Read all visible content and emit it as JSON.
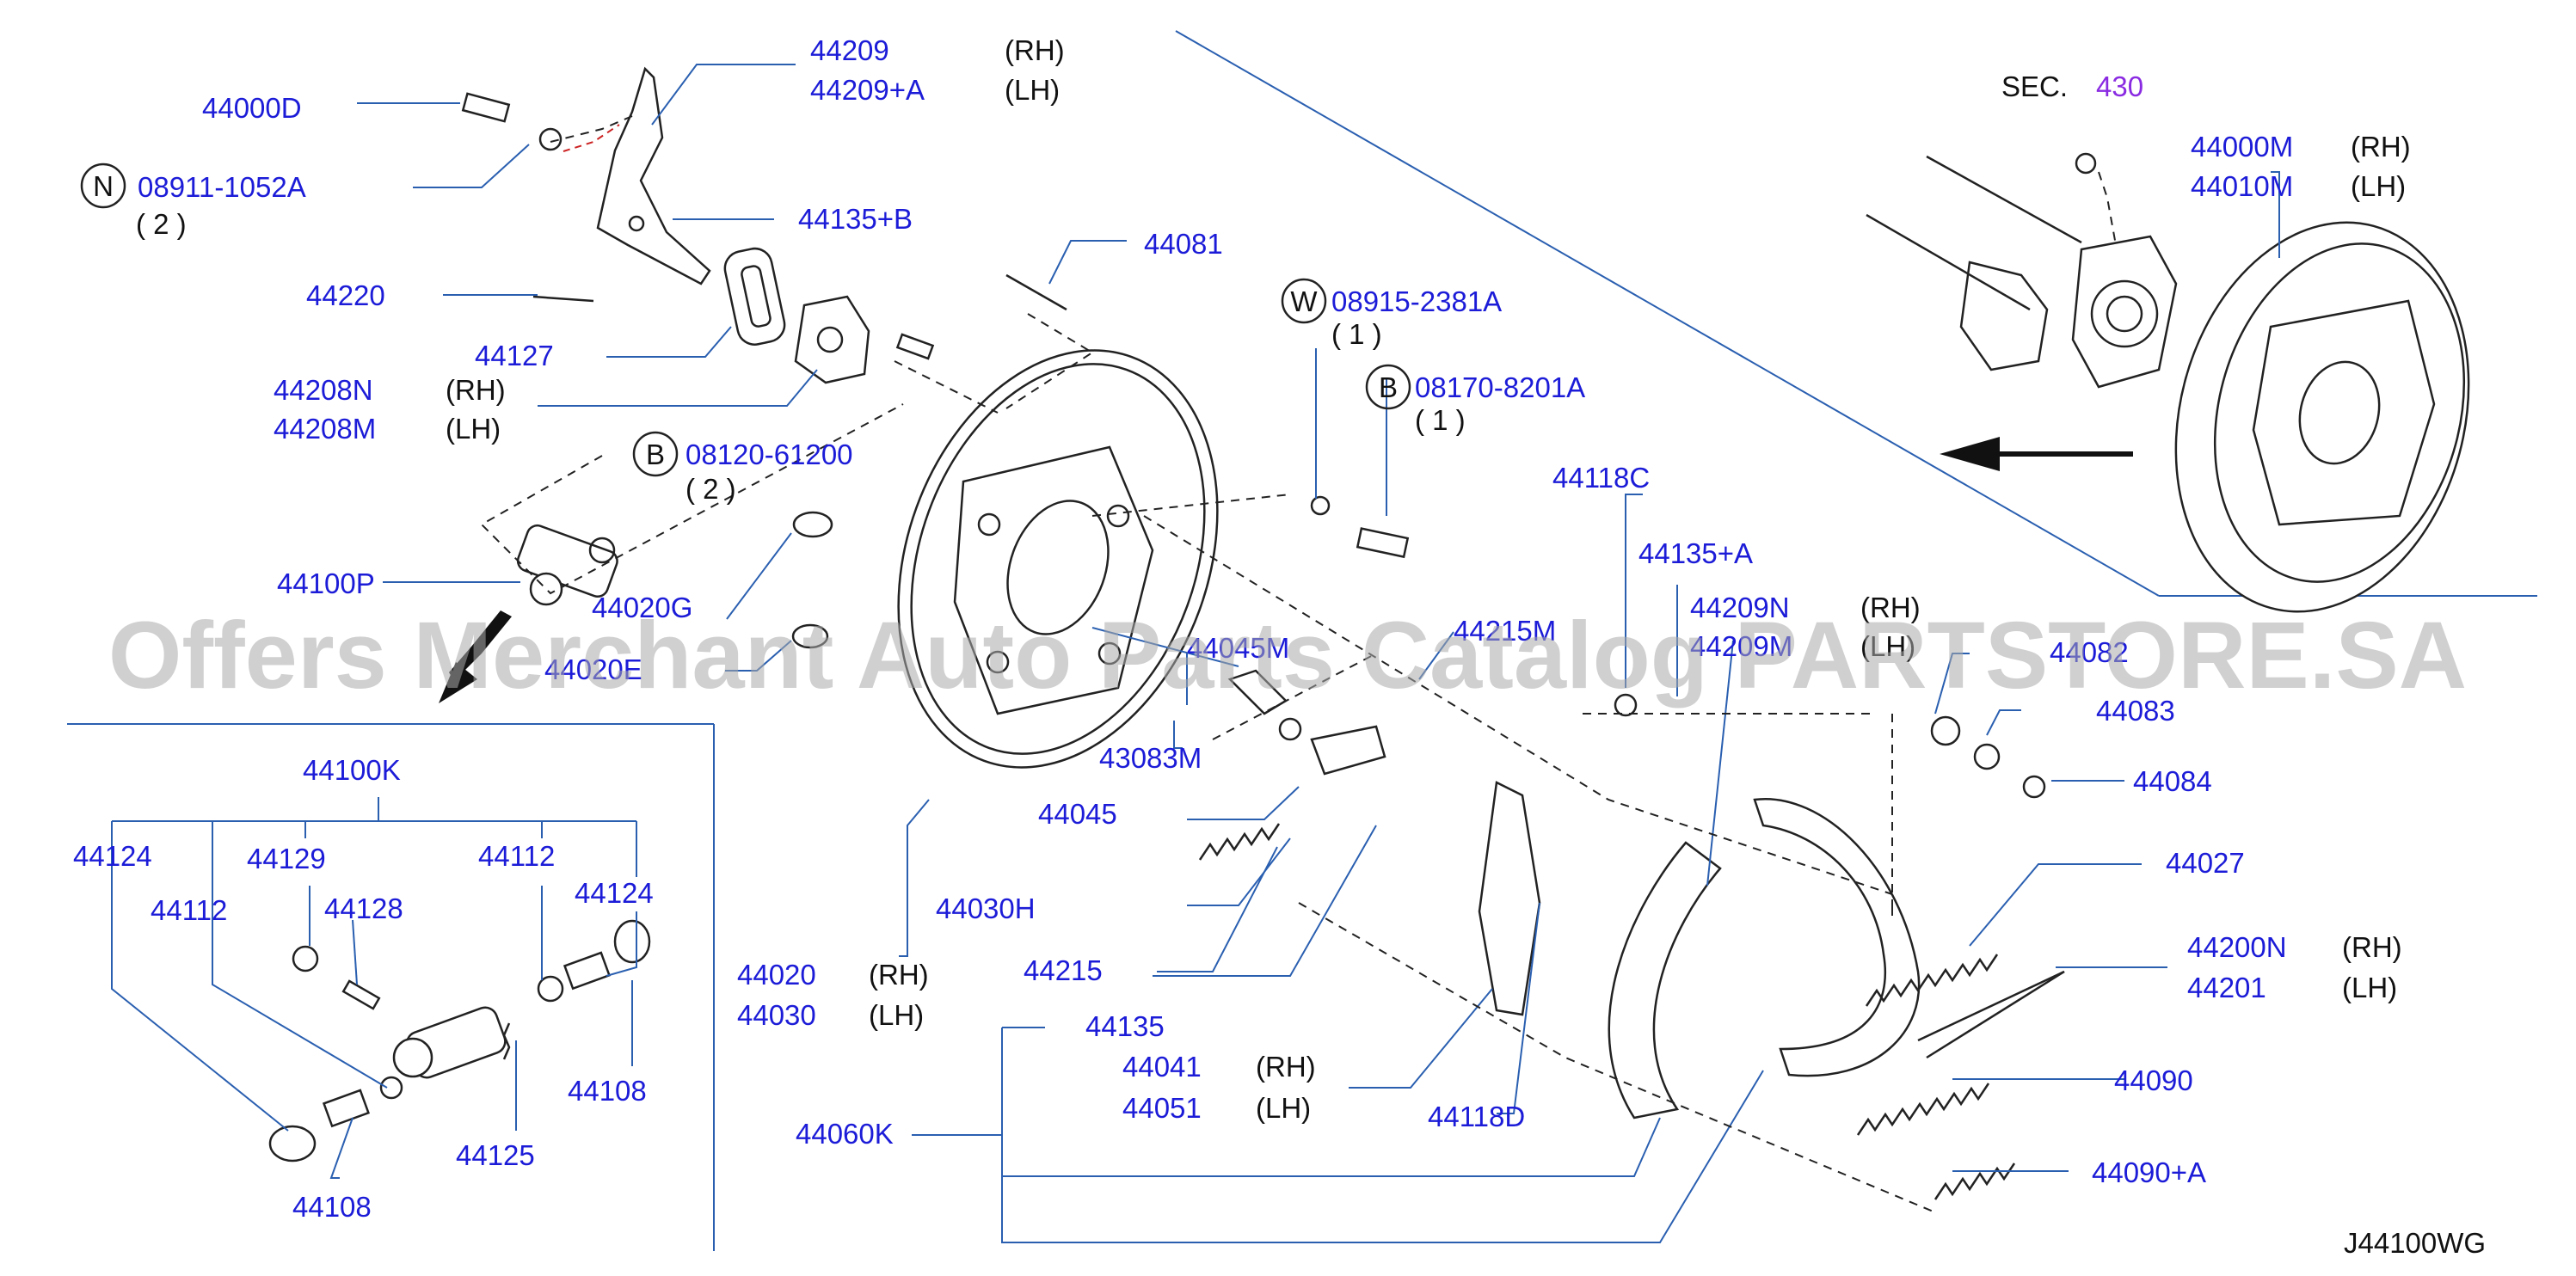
{
  "watermark": "Offers Merchant Auto Parts Catalog PARTSTORE.SA",
  "figure_code": "J44100WG",
  "sec_ref": {
    "label": "SEC.",
    "number": "430"
  },
  "callouts": {
    "c44209": "44209",
    "c44209_q": "(RH)",
    "c44209a": "44209+A",
    "c44209a_q": "(LH)",
    "c44000d": "44000D",
    "n_letter": "N",
    "n_part": "08911-1052A",
    "n_qty": "( 2 )",
    "c44135b": "44135+B",
    "c44220": "44220",
    "c44081": "44081",
    "c44127": "44127",
    "c44208n": "44208N",
    "c44208n_q": "(RH)",
    "c44208m": "44208M",
    "c44208m_q": "(LH)",
    "w_letter": "W",
    "w_part": "08915-2381A",
    "w_qty": "( 1 )",
    "b1_letter": "B",
    "b1_part": "08170-8201A",
    "b1_qty": "( 1 )",
    "b2_letter": "B",
    "b2_part": "08120-61200",
    "b2_qty": "( 2 )",
    "c44000m": "44000M",
    "c44000m_q": "(RH)",
    "c44010m": "44010M",
    "c44010m_q": "(LH)",
    "c44100p": "44100P",
    "c44020g": "44020G",
    "c44118c": "44118C",
    "c44135a": "44135+A",
    "c44209n": "44209N",
    "c44209n_q": "(RH)",
    "c44209m": "44209M",
    "c44209m_q": "(LH)",
    "c44020e": "44020E",
    "c44045m": "44045M",
    "c44215m": "44215M",
    "c44082": "44082",
    "c44083": "44083",
    "c44084": "44084",
    "c43083m": "43083M",
    "c44045": "44045",
    "c44100k": "44100K",
    "c44124l": "44124",
    "c44129": "44129",
    "c44112r": "44112",
    "c44124r": "44124",
    "c44112l": "44112",
    "c44128": "44128",
    "c44030h": "44030H",
    "c44027": "44027",
    "c44200n": "44200N",
    "c44200n_q": "(RH)",
    "c44201": "44201",
    "c44201_q": "(LH)",
    "c44215": "44215",
    "c44020": "44020",
    "c44020_q": "(RH)",
    "c44030": "44030",
    "c44030_q": "(LH)",
    "c44135": "44135",
    "c44041": "44041",
    "c44041_q": "(RH)",
    "c44051": "44051",
    "c44051_q": "(LH)",
    "c44118d": "44118D",
    "c44090": "44090",
    "c44108r": "44108",
    "c44125": "44125",
    "c44060k": "44060K",
    "c44108l": "44108",
    "c44090a": "44090+A"
  }
}
